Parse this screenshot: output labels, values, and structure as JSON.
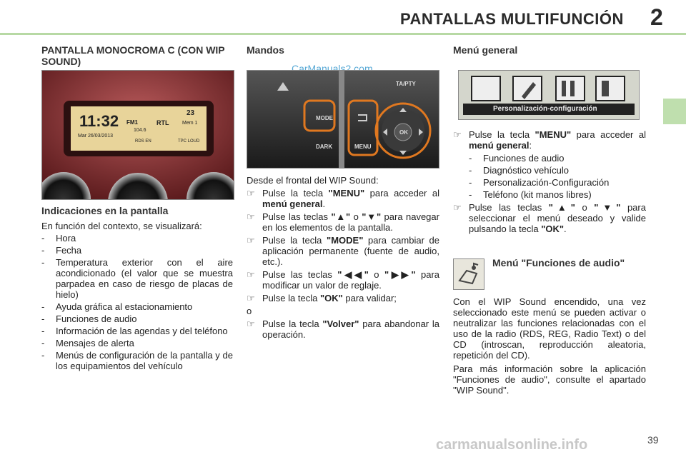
{
  "header": {
    "title": "PANTALLAS MULTIFUNCIÓN",
    "chapter": "2"
  },
  "col1": {
    "heading": "PANTALLA MONOCROMA C (CON WIP SOUND)",
    "display": {
      "time": "11:32",
      "temp": "23",
      "radio": "RTL",
      "freq": "104.6",
      "band": "FM1",
      "mem": "Mem 1",
      "date": "Mar 26/03/2013",
      "rds": "RDS EN",
      "tpc": "TPC LOUD"
    },
    "sub": "Indicaciones en la pantalla",
    "intro": "En función del contexto, se visualizará:",
    "items": [
      "Hora",
      "Fecha",
      "Temperatura exterior con el aire acondicionado (el valor que se muestra parpadea en caso de riesgo de placas de hielo)",
      "Ayuda gráfica al estacionamiento",
      "Funciones de audio",
      "Información de las agendas y del teléfono",
      "Mensajes de alerta",
      "Menús de configuración de la pantalla y de los equipamientos del vehículo"
    ]
  },
  "col2": {
    "heading": "Mandos",
    "watermark": "CarManuals2.com",
    "panel": {
      "mode": "MODE",
      "dark": "DARK",
      "menu": "MENU",
      "ok": "OK",
      "ta": "TA/PTY"
    },
    "intro": "Desde el frontal del WIP Sound:",
    "b1_pre": "Pulse la tecla ",
    "b1_bold": "\"MENU\"",
    "b1_post": " para acceder al ",
    "b1_bold2": "menú general",
    "b1_end": ".",
    "b2_pre": "Pulse las teclas ",
    "b2_bold": "\"▲\"",
    "b2_mid": " o ",
    "b2_bold2": "\"▼\"",
    "b2_post": " para navegar en los elementos de la pantalla.",
    "b3_pre": "Pulse la tecla ",
    "b3_bold": "\"MODE\"",
    "b3_post": " para cambiar de aplicación permanente (fuente de audio, etc.).",
    "b4_pre": "Pulse las teclas ",
    "b4_bold": "\"◀◀\"",
    "b4_mid": " o ",
    "b4_bold2": "\"▶▶\"",
    "b4_post": " para modificar un valor de reglaje.",
    "b5_pre": "Pulse la tecla ",
    "b5_bold": "\"OK\"",
    "b5_post": " para validar;",
    "or": "o",
    "b6_pre": "Pulse la tecla ",
    "b6_bold": "\"Volver\"",
    "b6_post": " para abandonar la operación."
  },
  "col3": {
    "heading": "Menú general",
    "screen_label": "Personalización-configuración",
    "b1_pre": "Pulse la tecla ",
    "b1_bold": "\"MENU\"",
    "b1_post": " para acceder al ",
    "b1_bold2": "menú general",
    "b1_end": ":",
    "items": [
      "Funciones de audio",
      "Diagnóstico vehículo",
      "Personalización-Configuración",
      "Teléfono (kit manos libres)"
    ],
    "b2_pre": "Pulse las teclas ",
    "b2_bold": "\"▲\"",
    "b2_mid": " o ",
    "b2_bold2": "\"▼\"",
    "b2_post": " para seleccionar el menú deseado y valide pulsando la tecla ",
    "b2_bold3": "\"OK\"",
    "b2_end": ".",
    "sub": "Menú \"Funciones de audio\"",
    "p1": "Con el WIP Sound encendido, una vez seleccionado este menú se pueden activar o neutralizar las funciones relacionadas con el uso de la radio (RDS, REG, Radio Text) o del CD (introscan, repro­ducción aleatoria, repetición del CD).",
    "p2": "Para más información sobre la aplicación \"Funciones de audio\", consulte el apartado \"WIP Sound\"."
  },
  "page_number": "39",
  "footer_watermark": "carmanualsonline.info",
  "bullet_glyph": "☞",
  "dash_glyph": "-"
}
